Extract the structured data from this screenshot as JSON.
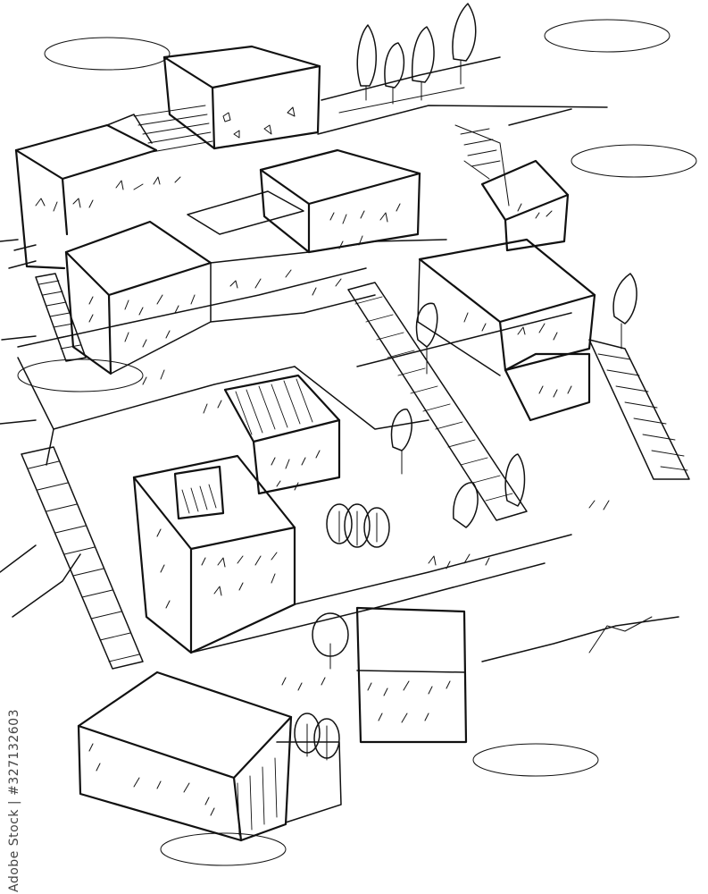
{
  "image": {
    "kind": "hand-drawn architectural sketch",
    "subject": "aerial isometric view of terraced village buildings with stairs and trees"
  },
  "watermark": {
    "side_text": "Adobe Stock | #327132603",
    "stamp": "adobe-stock-watermark"
  },
  "colors": {
    "ink": "#111111",
    "paper": "#ffffff"
  }
}
